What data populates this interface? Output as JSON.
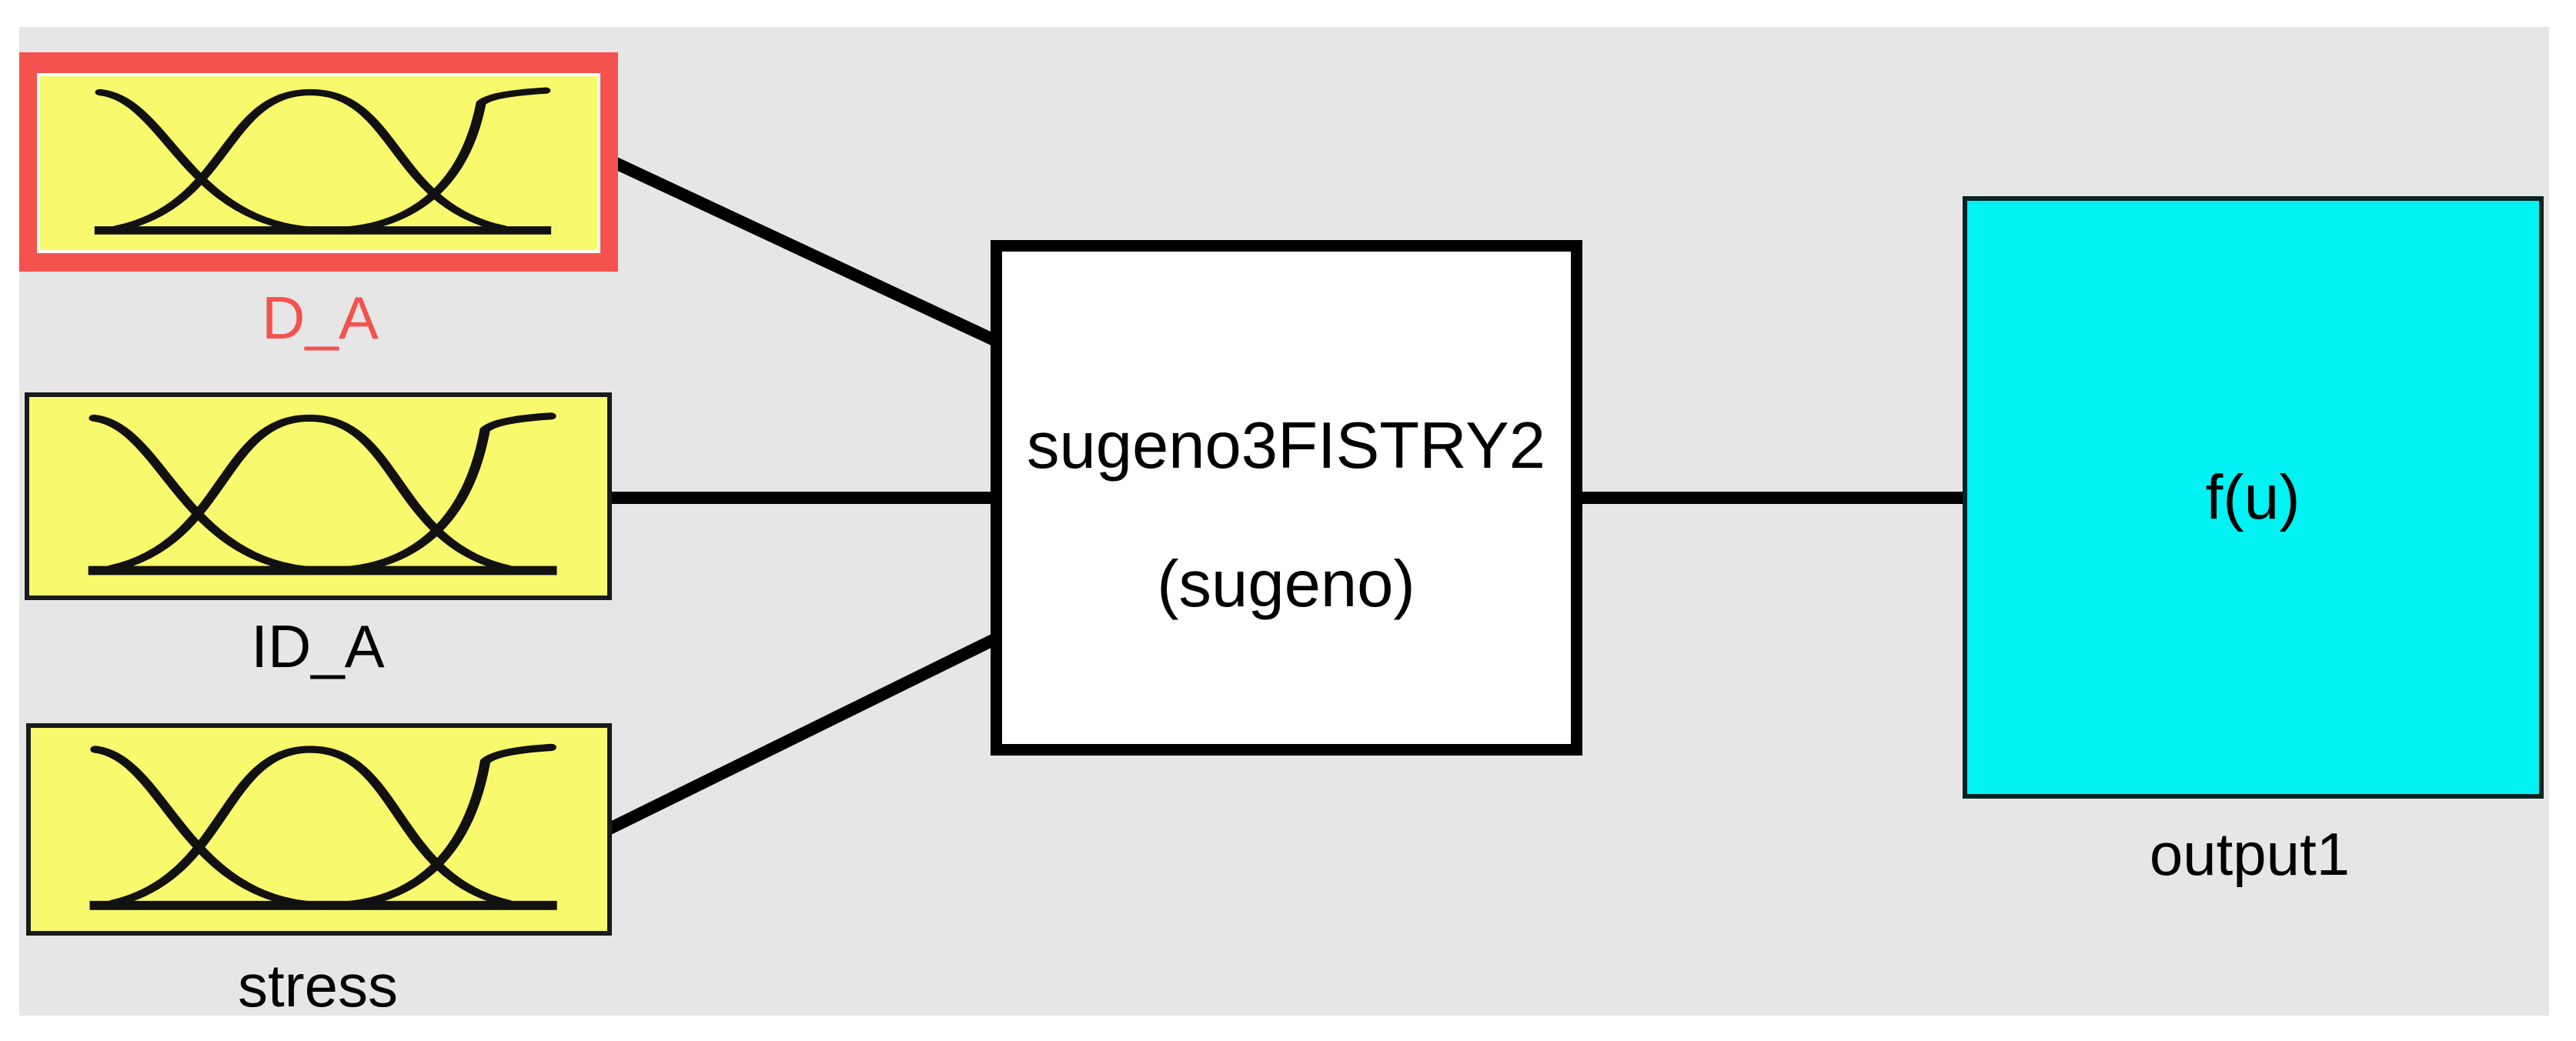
{
  "diagram": {
    "inputs": [
      {
        "label": "D_A",
        "selected": true
      },
      {
        "label": "ID_A",
        "selected": false
      },
      {
        "label": "stress",
        "selected": false
      }
    ],
    "system": {
      "name": "sugeno3FISTRY2",
      "type_label": "(sugeno)"
    },
    "output": {
      "box_text": "f(u)",
      "label": "output1"
    }
  },
  "colors": {
    "page_bg": "#ffffff",
    "canvas_bg": "#e6e6e6",
    "input_fill": "#f9f96d",
    "input_border": "#1a1a1a",
    "selection_red": "#f3524e",
    "system_fill": "#ffffff",
    "system_border": "#000000",
    "output_fill": "#00f2f2",
    "output_border": "#0b2323",
    "line_black": "#000000",
    "label_text": "#000000"
  }
}
